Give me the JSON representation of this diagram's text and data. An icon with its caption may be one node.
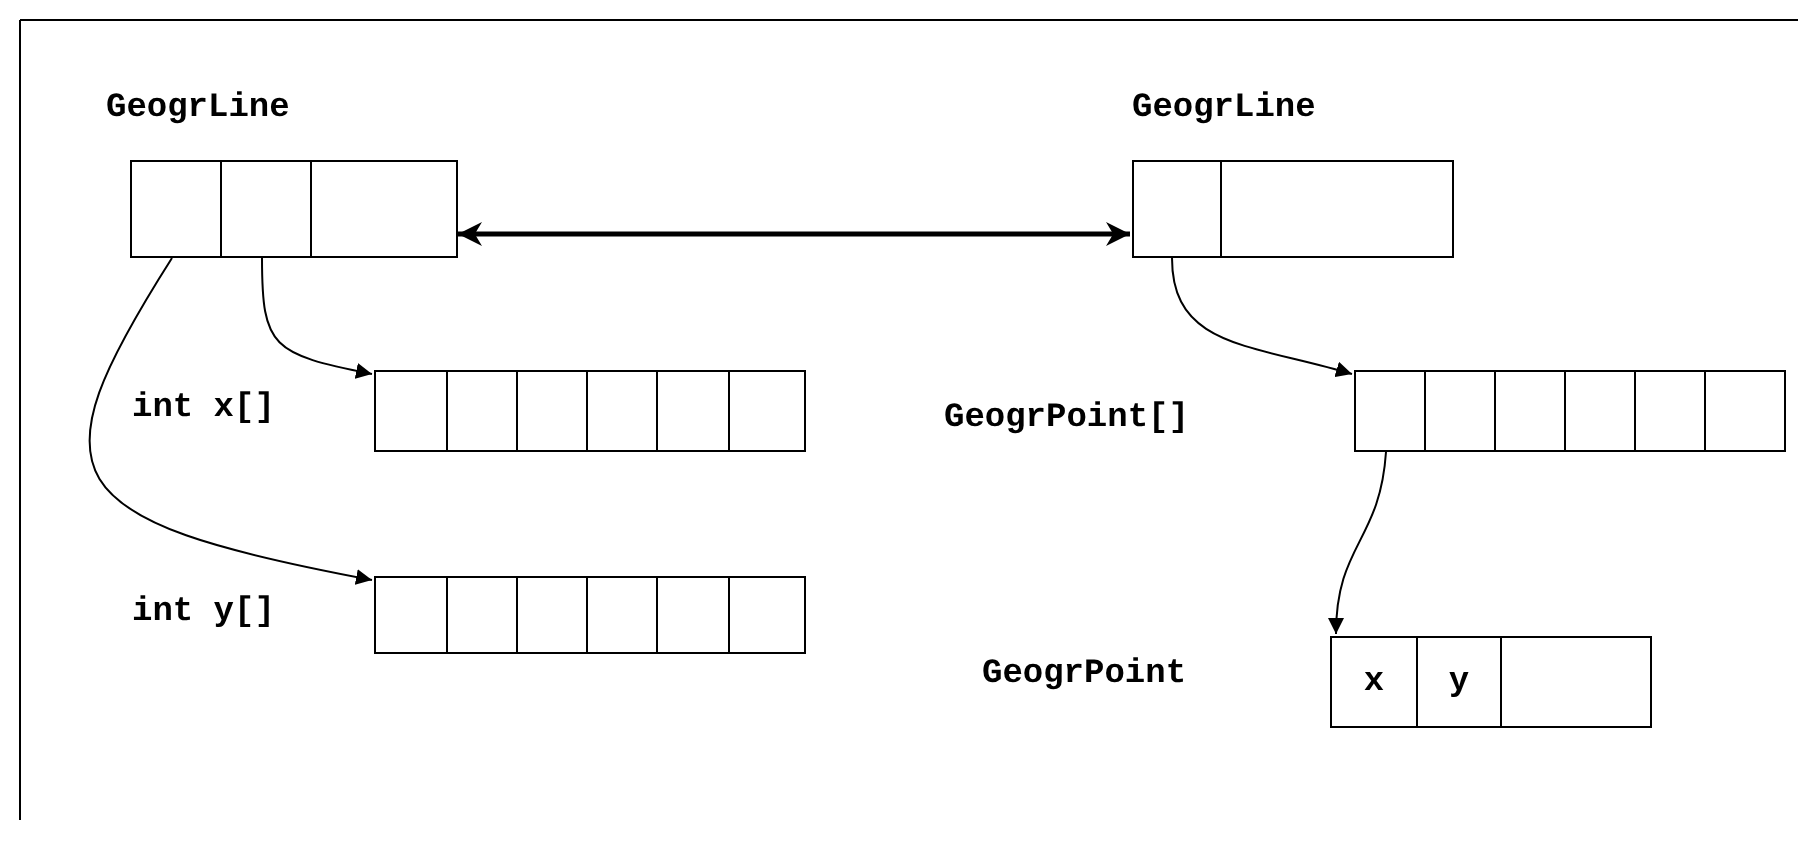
{
  "diagram": {
    "nodes": [
      {
        "text": [
          "GeogrLine"
        ]
      },
      {
        "text": [],
        "shape": "box",
        "in": 0
      },
      {
        "text": [],
        "shape": "box",
        "in": 0
      },
      {
        "text": [],
        "shape": "box",
        "in": 0
      },
      {
        "text": [
          "GeogrLine"
        ]
      },
      {
        "text": [],
        "shape": "box",
        "in": 4
      },
      {
        "text": [],
        "shape": "box",
        "in": 4
      },
      {
        "text": [
          "int x[]"
        ]
      },
      {
        "text": [],
        "shape": "box",
        "in": 7
      },
      {
        "text": [],
        "shape": "box",
        "in": 7
      },
      {
        "text": [],
        "shape": "box",
        "in": 7
      },
      {
        "text": [],
        "shape": "box",
        "in": 7
      },
      {
        "text": [],
        "shape": "box",
        "in": 7
      },
      {
        "text": [],
        "shape": "box",
        "in": 7
      },
      {
        "text": [
          "GeogrPoint[]"
        ]
      },
      {
        "text": [],
        "shape": "box",
        "in": 14
      },
      {
        "text": [],
        "shape": "box",
        "in": 14
      },
      {
        "text": [],
        "shape": "box",
        "in": 14
      },
      {
        "text": [],
        "shape": "box",
        "in": 14
      },
      {
        "text": [],
        "shape": "box",
        "in": 14
      },
      {
        "text": [],
        "shape": "box",
        "in": 14
      },
      {
        "text": [
          "int y[]"
        ]
      },
      {
        "text": [],
        "shape": "box",
        "in": 21
      },
      {
        "text": [],
        "shape": "box",
        "in": 21
      },
      {
        "text": [],
        "shape": "box",
        "in": 21
      },
      {
        "text": [],
        "shape": "box",
        "in": 21
      },
      {
        "text": [],
        "shape": "box",
        "in": 21
      },
      {
        "text": [],
        "shape": "box",
        "in": 21
      },
      {
        "text": [
          "GeogrPoint"
        ]
      },
      {
        "text": [
          "x"
        ],
        "in": 28
      },
      {
        "text": [
          "y"
        ],
        "in": 28
      },
      {
        "text": [],
        "shape": "box",
        "in": 28
      }
    ],
    "edges": [
      {
        "from": 0,
        "to": 4,
        "arrow": "both",
        "style": "thick"
      },
      {
        "from": 2,
        "to": 8,
        "arrow": "to"
      },
      {
        "from": 1,
        "to": 22,
        "arrow": "to"
      },
      {
        "from": 5,
        "to": 15,
        "arrow": "to"
      },
      {
        "from": 15,
        "to": 29,
        "arrow": "to"
      }
    ]
  }
}
